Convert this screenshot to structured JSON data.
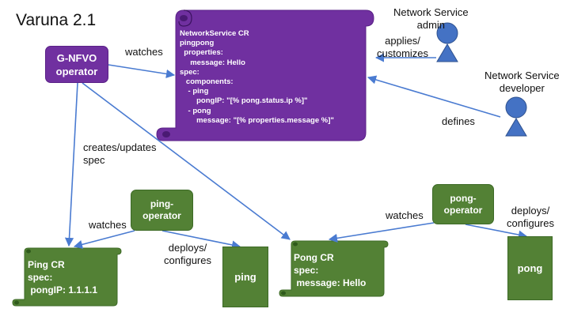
{
  "title": "Varuna 2.1",
  "actors": {
    "admin": "Network Service\nadmin",
    "developer": "Network Service\ndeveloper"
  },
  "nodes": {
    "gnfvo": "G-NFVO\noperator",
    "ping_operator": "ping-\noperator",
    "pong_operator": "pong-\noperator",
    "ping_box": "ping",
    "pong_box": "pong"
  },
  "network_service_cr": [
    "NetworkService CR",
    "pingpong",
    "  properties:",
    "     message: Hello",
    "spec:",
    "   components:",
    "    - ping",
    "        pongIP: \"[% pong.status.ip %]\"",
    "    - pong",
    "        message: \"[% properties.message %]\""
  ],
  "ping_cr": [
    "Ping CR",
    "spec:",
    " pongIP: 1.1.1.1"
  ],
  "pong_cr": [
    "Pong CR",
    "spec:",
    " message: Hello"
  ],
  "edge_labels": {
    "watches_gnfvo": "watches",
    "applies_customizes": "applies/\ncustomizes",
    "defines": "defines",
    "creates_updates_spec": "creates/updates\nspec",
    "watches_ping": "watches",
    "deploys_ping": "deploys/\nconfigures",
    "watches_pong": "watches",
    "deploys_pong": "deploys/\nconfigures"
  },
  "colors": {
    "purple": "#7030a0",
    "green": "#538135",
    "blue": "#4472c4",
    "arrow": "#4a7bd1"
  }
}
